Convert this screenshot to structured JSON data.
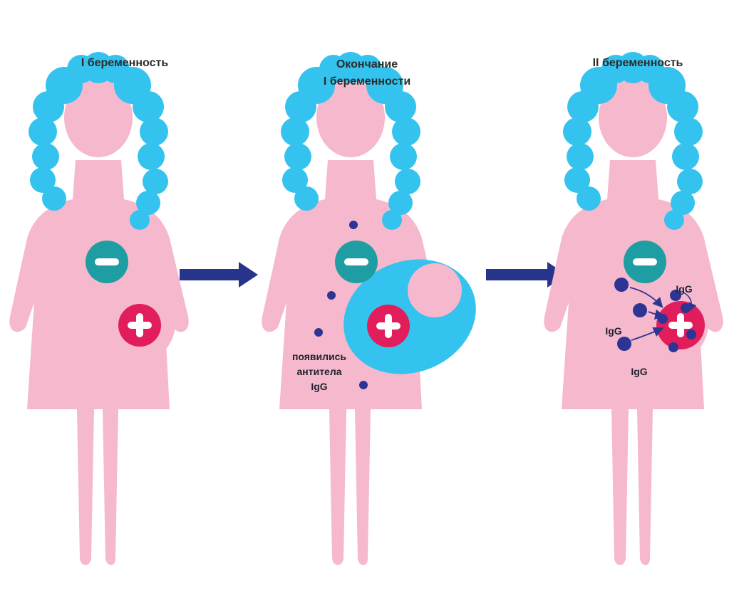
{
  "panels": [
    {
      "title": "I беременность"
    },
    {
      "title_line1": "Окончание",
      "title_line2": "I беременности",
      "annotation_lines": [
        "появились",
        "антитела",
        "IgG"
      ]
    },
    {
      "title": "II беременность",
      "labels": [
        "IgG",
        "IgG",
        "IgG"
      ]
    }
  ],
  "colors": {
    "body": "#f5b8cc",
    "hair": "#33c3ee",
    "rh_negative": "#1e9ea3",
    "rh_positive": "#e21d5b",
    "antibody": "#2d3494",
    "arrow": "#27348b",
    "amniotic_sac": "#33c3ee"
  },
  "icons": {
    "minus": "minus-sign-icon",
    "plus": "plus-sign-icon"
  }
}
